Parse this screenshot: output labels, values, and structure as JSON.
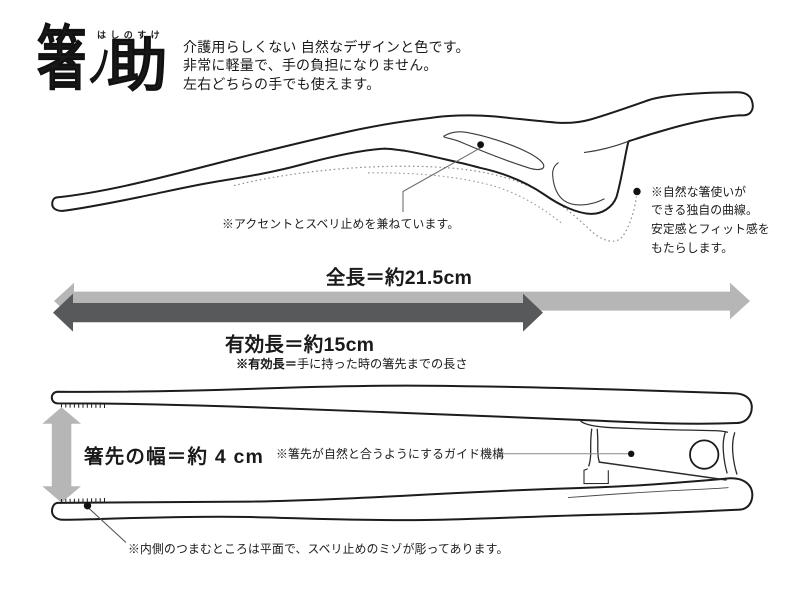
{
  "logo": {
    "kanji": "箸ノ助",
    "kanji_parts": [
      "箸",
      "ノ",
      "助"
    ],
    "furigana": "はしのすけ"
  },
  "intro": {
    "line1": "介護用らしくない 自然なデザインと色です。",
    "line2": "非常に軽量で、手の負担になりません。",
    "line3": "左右どちらの手でも使えます。"
  },
  "side_view": {
    "accent_note": "※アクセントとスベリ止めを兼ねています。",
    "curve_note_line1": "※自然な箸使いが",
    "curve_note_line2": "できる独自の曲線。",
    "curve_note_line3": "安定感とフィット感を",
    "curve_note_line4": "もたらします。"
  },
  "dimensions": {
    "total_length_label": "全長＝約21.5cm",
    "effective_length_label": "有効長＝約15cm",
    "effective_note_bold": "※有効長＝",
    "effective_note_rest": "手に持った時の箸先までの長さ",
    "tip_width_label": "箸先の幅＝約 4 cm",
    "colors": {
      "light_arrow": "#b5b6b5",
      "dark_arrow": "#58595b",
      "vertical_arrow": "#b5b6b5",
      "line": "#1c1c1c"
    }
  },
  "top_view": {
    "guide_note": "※箸先が自然と合うようにするガイド機構",
    "inner_note": "※内側のつまむところは平面で、スベリ止めのミゾが彫ってあります。"
  }
}
